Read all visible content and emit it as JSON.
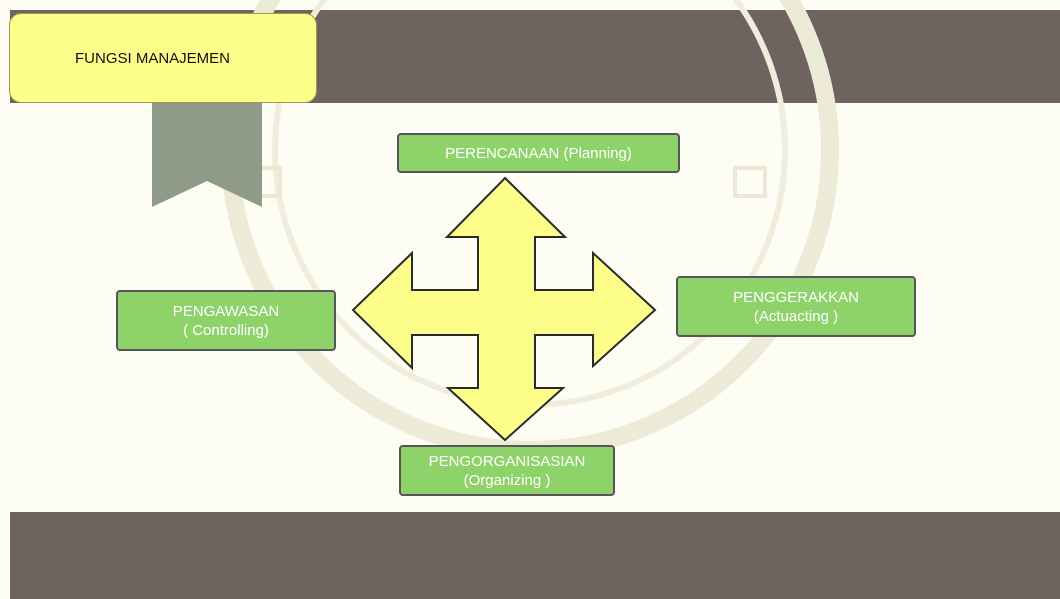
{
  "title": "FUNGSI MANAJEMEN",
  "nodes": {
    "planning": {
      "lines": [
        "PERENCANAAN  (Planning)"
      ]
    },
    "controlling": {
      "lines": [
        "PENGAWASAN",
        "(  Controlling)"
      ]
    },
    "actuating": {
      "lines": [
        "PENGGERAKKAN",
        "(Actuacting )"
      ]
    },
    "organizing": {
      "lines": [
        "PENGORGANISASIAN",
        "(Organizing )"
      ]
    }
  },
  "colors": {
    "band": "#6e635f",
    "background": "#fdfdf3",
    "title_fill": "#fdfd8a",
    "node_fill": "#8ed26a",
    "arrow_fill": "#fdfd8a",
    "ribbon": "#8f9a87"
  }
}
